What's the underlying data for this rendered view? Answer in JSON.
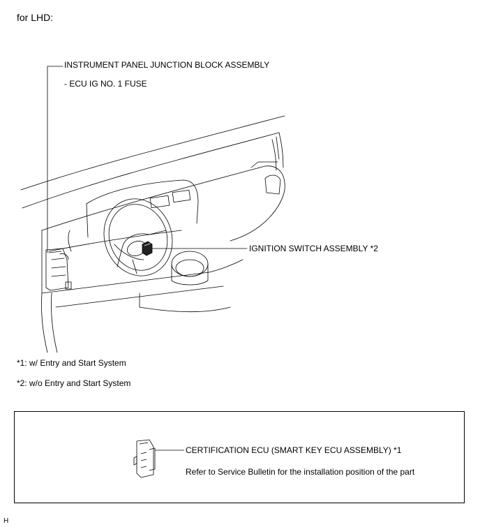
{
  "page": {
    "title": "for LHD:",
    "doc_code": "H"
  },
  "callouts": {
    "junction_block": {
      "label": "INSTRUMENT PANEL JUNCTION BLOCK ASSEMBLY",
      "sub": "- ECU IG NO. 1 FUSE"
    },
    "ignition_switch": {
      "label": "IGNITION SWITCH ASSEMBLY *2"
    }
  },
  "notes": [
    "*1: w/ Entry and Start System",
    "*2: w/o Entry and Start System"
  ],
  "certification_box": {
    "label": "CERTIFICATION ECU (SMART KEY ECU ASSEMBLY) *1",
    "sub": "Refer to Service Bulletin for the installation position of the part"
  }
}
